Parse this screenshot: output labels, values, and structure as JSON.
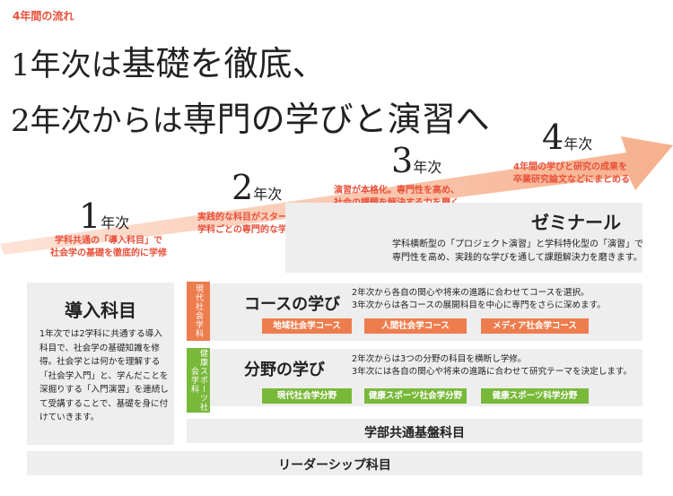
{
  "header": {
    "kicker": "4年間の流れ",
    "line1_pre": "1年次は",
    "line1_big": "基礎を徹底、",
    "line2_pre": "2年次からは",
    "line2_big": "専門の学びと演習へ"
  },
  "years": [
    {
      "num": "1",
      "suffix": "年次",
      "desc1": "学科共通の「導入科目」で",
      "desc2": "社会学の基礎を徹底的に学修"
    },
    {
      "num": "2",
      "suffix": "年次",
      "desc1": "実践的な科目がスタート。",
      "desc2": "学科ごとの専門的な学びへ"
    },
    {
      "num": "3",
      "suffix": "年次",
      "desc1": "演習が本格化。専門性を高め、",
      "desc2": "社会の課題を解決する力を磨く"
    },
    {
      "num": "4",
      "suffix": "年次",
      "desc1": "4年間の学びと研究の成果を",
      "desc2": "卒業研究論文などにまとめる"
    }
  ],
  "seminar": {
    "title": "ゼミナール",
    "desc1": "学科横断型の「プロジェクト演習」と学科特化型の「演習」で",
    "desc2": "専門性を高め、実践的な学びを通して課題解決力を磨きます。"
  },
  "intro": {
    "title": "導入科目",
    "desc": "1年次では2学科に共通する導入科目で、社会学の基礎知識を修得。社会学とは何かを理解する「社会学入門」と、学んだことを深掘りする「入門演習」を連続して受講することで、基礎を身に付けていきます。"
  },
  "course": {
    "badge": "現代社会学科",
    "title": "コースの学び",
    "desc1": "2年次から各自の関心や将来の進路に合わせてコースを選択。",
    "desc2": "3年次からは各コースの展開科目を中心に専門をさらに深めます。",
    "tags": [
      "地域社会学コース",
      "人間社会学コース",
      "メディア社会学コース"
    ]
  },
  "field": {
    "badge": "健康スポーツ社会学科",
    "title": "分野の学び",
    "desc1": "2年次からは3つの分野の科目を横断し学修。",
    "desc2": "3年次には各自の関心や将来の進路に合わせて研究テーマを決定します。",
    "tags": [
      "現代社会学分野",
      "健康スポーツ社会学分野",
      "健康スポーツ科学分野"
    ]
  },
  "base": {
    "label": "学部共通基盤科目"
  },
  "leader": {
    "label": "リーダーシップ科目"
  },
  "colors": {
    "accent": "#e8503a",
    "arrow": "#f7c1a5",
    "orange": "#ee7d4e",
    "green": "#79b93a",
    "panel": "#eeeeee"
  }
}
